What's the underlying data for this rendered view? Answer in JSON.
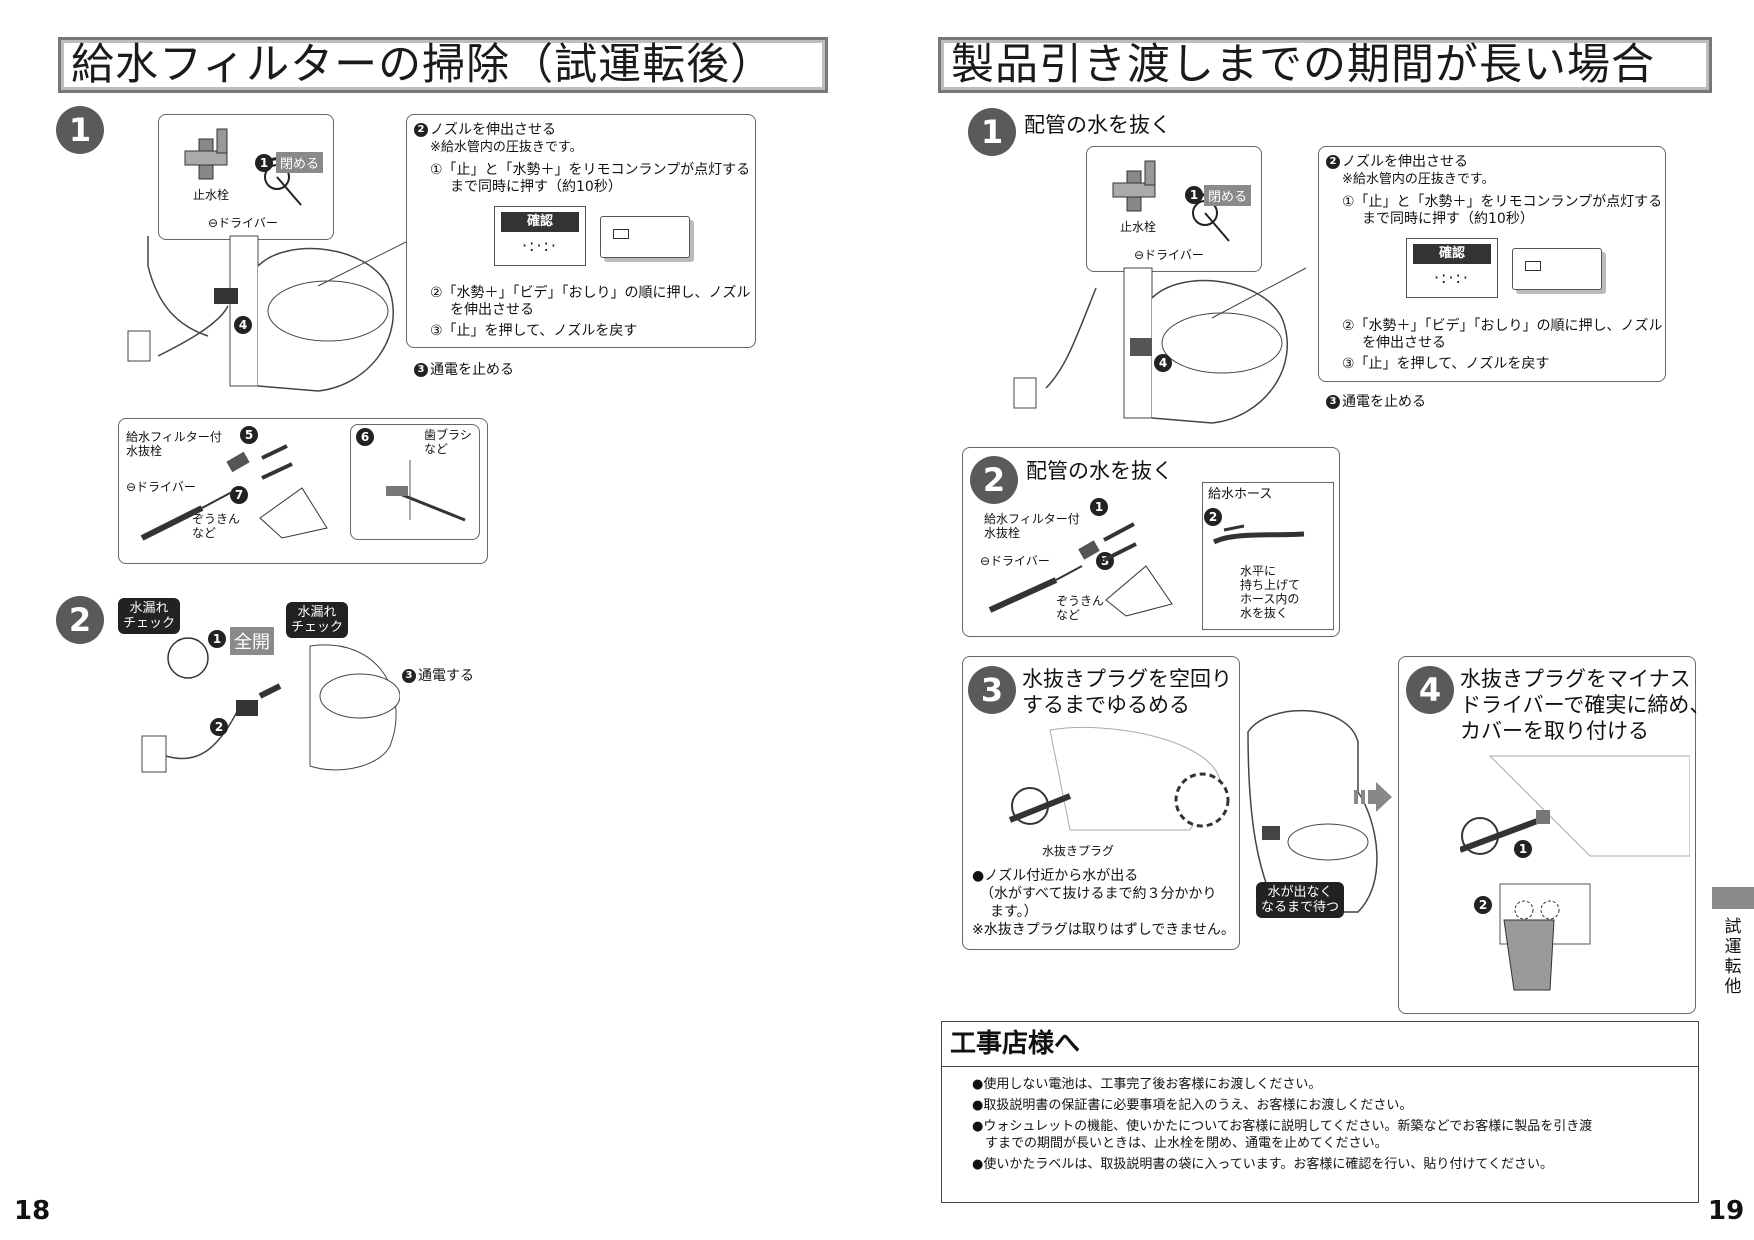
{
  "left": {
    "title": "給水フィルターの掃除（試運転後）",
    "page": "18",
    "step1": {
      "num": "1",
      "close_label": "閉める",
      "valve_label": "止水栓",
      "driver_label": "⊖ドライバー",
      "c1": "1",
      "nozzle_title": "ノズルを伸出させる",
      "c2": "2",
      "note": "※給水管内の圧抜きです。",
      "line1a": "①「止」と「水勢＋」をリモコンランプが点灯する",
      "line1b": "まで同時に押す（約10秒）",
      "confirm_title": "確認",
      "confirm_dots": "·:·:·",
      "line2a": "②「水勢＋」「ビデ」「おしり」の順に押し、ノズル",
      "line2b": "を伸出させる",
      "line3": "③「止」を押して、ノズルを戻す",
      "c3": "3",
      "power_off": "通電を止める",
      "c4": "4",
      "filter_label_a": "給水フィルター付",
      "filter_label_b": "水抜栓",
      "c5": "5",
      "driver2_label": "⊖ドライバー",
      "c7": "7",
      "rag_a": "ぞうきん",
      "rag_b": "など",
      "c6": "6",
      "brush_a": "歯ブラシ",
      "brush_b": "など"
    },
    "step2": {
      "num": "2",
      "leak_a": "水漏れ",
      "leak_b": "チェック",
      "c1": "1",
      "open_label": "全開",
      "c2": "2",
      "c3": "3",
      "power_on": "通電する"
    }
  },
  "right": {
    "title": "製品引き渡しまでの期間が長い場合",
    "page": "19",
    "step1": {
      "num": "1",
      "heading": "配管の水を抜く",
      "close_label": "閉める",
      "valve_label": "止水栓",
      "driver_label": "⊖ドライバー",
      "c1": "1",
      "c2": "2",
      "nozzle_title": "ノズルを伸出させる",
      "note": "※給水管内の圧抜きです。",
      "line1a": "①「止」と「水勢＋」をリモコンランプが点灯する",
      "line1b": "まで同時に押す（約10秒）",
      "confirm_title": "確認",
      "confirm_dots": "·:·:·",
      "line2a": "②「水勢＋」「ビデ」「おしり」の順に押し、ノズル",
      "line2b": "を伸出させる",
      "line3": "③「止」を押して、ノズルを戻す",
      "c3": "3",
      "power_off": "通電を止める",
      "c4": "4"
    },
    "step2": {
      "num": "2",
      "heading": "配管の水を抜く",
      "c1": "1",
      "filter_label_a": "給水フィルター付",
      "filter_label_b": "水抜栓",
      "driver_label": "⊖ドライバー",
      "c3": "3",
      "rag_a": "ぞうきん",
      "rag_b": "など",
      "hose_title": "給水ホース",
      "c2": "2",
      "hose_a": "水平に",
      "hose_b": "持ち上げて",
      "hose_c": "ホース内の",
      "hose_d": "水を抜く"
    },
    "step3": {
      "num": "3",
      "heading_a": "水抜きプラグを空回り",
      "heading_b": "するまでゆるめる",
      "plug_label": "水抜きプラグ",
      "note1": "●ノズル付近から水が出る",
      "note2": "（水がすべて抜けるまで約３分かかり",
      "note3": "ます。）",
      "note4": "※水抜きプラグは取りはずしできません。",
      "wait_a": "水が出なく",
      "wait_b": "なるまで待つ"
    },
    "step4": {
      "num": "4",
      "heading_a": "水抜きプラグをマイナス",
      "heading_b": "ドライバーで確実に締め、",
      "heading_c": "カバーを取り付ける",
      "c1": "1",
      "c2": "2"
    },
    "contractor": {
      "title": "工事店様へ",
      "items": [
        "●使用しない電池は、工事完了後お客様にお渡しください。",
        "●取扱説明書の保証書に必要事項を記入のうえ、お客様にお渡しください。",
        "●ウォシュレットの機能、使いかたについてお客様に説明してください。新築などでお客様に製品を引き渡",
        "　すまでの期間が長いときは、止水栓を閉め、通電を止めてください。",
        "●使いかたラベルは、取扱説明書の袋に入っています。お客様に確認を行い、貼り付けてください。"
      ]
    },
    "side_tab": [
      "試",
      "運",
      "転",
      "他"
    ]
  }
}
